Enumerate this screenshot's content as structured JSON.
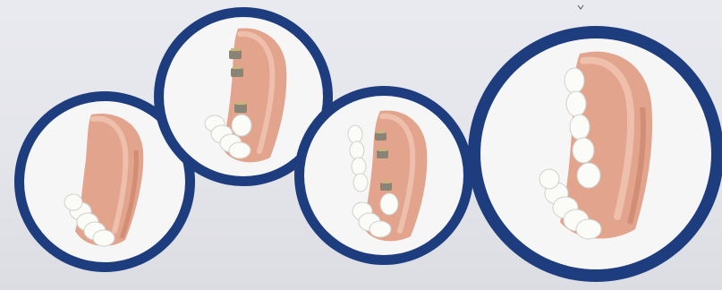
{
  "illustration": {
    "subject": "dental-implant-bridge-stages",
    "stages": [
      {
        "name": "missing-teeth-gap"
      },
      {
        "name": "implants-placed"
      },
      {
        "name": "bridge-positioned"
      },
      {
        "name": "bridge-seated"
      }
    ],
    "colors": {
      "ring": "#1d3d7e",
      "ring_dark": "#142c5e",
      "inner_bg": "#f6f6f7",
      "gum": "#e2a48c",
      "gum_shadow": "#c77f68",
      "gum_highlight": "#f4cbb8",
      "tooth": "#fbfbf7",
      "tooth_shadow": "#cfd2cc",
      "implant": "#8a8476",
      "implant_top": "#c9b57c",
      "page_bg": "#e6e7ec"
    }
  }
}
